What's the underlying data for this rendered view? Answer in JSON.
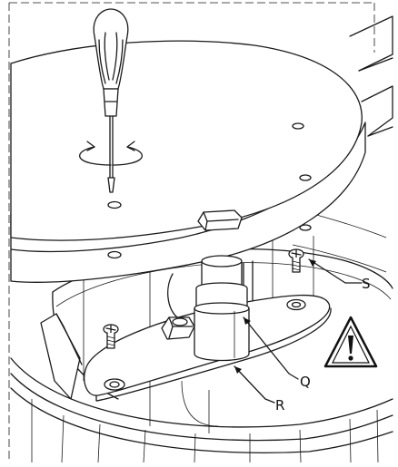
{
  "callouts": {
    "s": "S",
    "q": "Q",
    "r": "R"
  },
  "icons": {
    "screwdriver": "screwdriver-icon",
    "rotation": "rotate-arrows-icon",
    "warning": "warning-triangle-icon"
  },
  "colors": {
    "line": "#1a1a1a",
    "background": "#ffffff"
  }
}
